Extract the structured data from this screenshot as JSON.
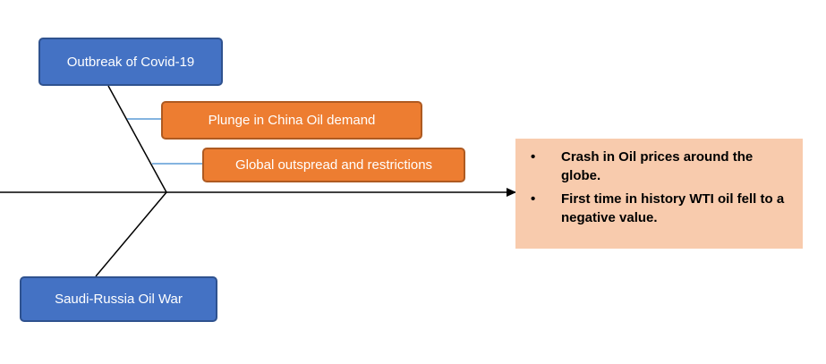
{
  "causes": {
    "covid": "Outbreak of Covid-19",
    "china_demand": "Plunge in China Oil demand",
    "global_restrictions": "Global outspread and restrictions",
    "oil_war": "Saudi-Russia Oil War"
  },
  "effect": {
    "bullet": "•",
    "items": [
      "Crash in Oil prices around the globe.",
      "First time in history WTI oil fell to a negative value."
    ]
  },
  "colors": {
    "blue_fill": "#4472c4",
    "orange_fill": "#ed7d31",
    "effect_fill": "#f8cbad",
    "branch_line": "#5b9bd5"
  }
}
